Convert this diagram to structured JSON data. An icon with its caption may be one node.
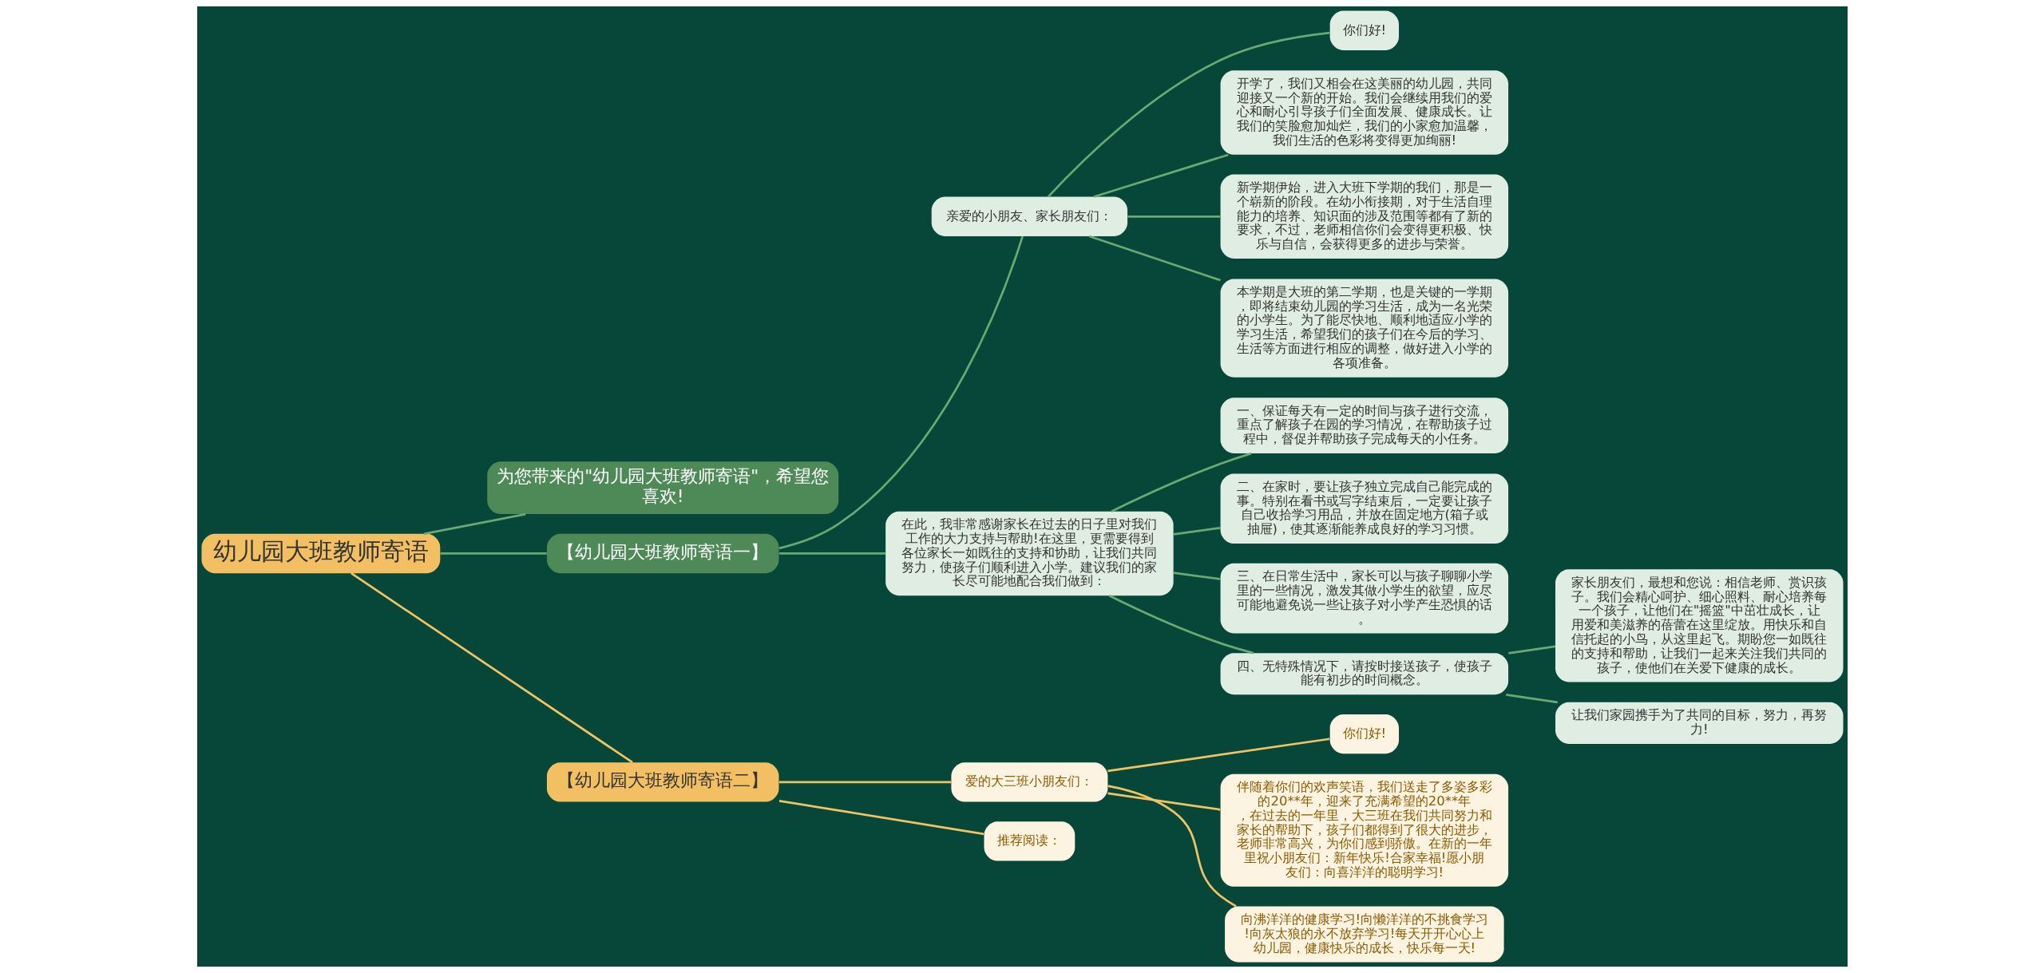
{
  "diagram": {
    "nodes": [
      {
        "text": [
          "幼儿园大班教师寄语"
        ]
      },
      {
        "text": [
          "为您带来的\"幼儿园大班教师寄语\"，希望您喜欢!"
        ]
      },
      {
        "text": [
          "【幼儿园大班教师寄语一】"
        ]
      },
      {
        "text": [
          "亲爱的小朋友、家长朋友们："
        ]
      },
      {
        "text": [
          "你们好!"
        ]
      },
      {
        "text": [
          "开学了，我们又相会在这美丽的幼儿园，共同迎接又一个新的开始。我们会继续用我们的爱心和耐心引导孩子们全面发展、健康成长。让我们的笑脸愈加灿烂，我们的小家愈加温馨，我们生活的色彩将变得更加绚丽!"
        ]
      },
      {
        "text": [
          "新学期伊始，进入大班下学期的我们，那是一个崭新的阶段。在幼小衔接期，对于生活自理能力的培养、知识面的涉及范围等都有了新的要求，不过，老师相信你们会变得更积极、快乐与自信，会获得更多的进步与荣誉。"
        ]
      },
      {
        "text": [
          "本学期是大班的第二学期，也是关键的一学期，即将结束幼儿园的学习生活，成为一名光荣的小学生。为了能尽快地、顺利地适应小学的学习生活，希望我们的孩子们在今后的学习、生活等方面进行相应的调整，做好进入小学的各项准备。"
        ]
      },
      {
        "text": [
          "在此，我非常感谢家长在过去的日子里对我们工作的大力支持与帮助!在这里，更需要得到各位家长一如既往的支持和协助，让我们共同努力，使孩子们顺利进入小学。建议我们的家长尽可能地配合我们做到："
        ]
      },
      {
        "text": [
          "一、保证每天有一定的时间与孩子进行交流，重点了解孩子在园的学习情况，在帮助孩子过程中，督促并帮助孩子完成每天的小任务。"
        ]
      },
      {
        "text": [
          "二、在家时，要让孩子独立完成自己能完成的事。特别在看书或写字结束后，一定要让孩子自己收拾学习用品，并放在固定地方(箱子或抽屉)，使其逐渐能养成良好的学习习惯。"
        ]
      },
      {
        "text": [
          "三、在日常生活中，家长可以与孩子聊聊小学里的一些情况，激发其做小学生的欲望，应尽可能地避免说一些让孩子对小学产生恐惧的话。"
        ]
      },
      {
        "text": [
          "四、无特殊情况下，请按时接送孩子，使孩子能有初步的时间概念。"
        ]
      },
      {
        "text": [
          "家长朋友们，最想和您说：相信老师、赏识孩子。我们会精心呵护、细心照料、耐心培养每一个孩子，让他们在\"摇篮\"中茁壮成长，让用爱和美滋养的蓓蕾在这里绽放。用快乐和自信托起的小鸟，从这里起飞。期盼您一如既往的支持和帮助，让我们一起来关注我们共同的孩子，使他们在关爱下健康的成长。"
        ]
      },
      {
        "text": [
          "让我们家园携手为了共同的目标，努力，再努力!"
        ]
      },
      {
        "text": [
          "【幼儿园大班教师寄语二】"
        ]
      },
      {
        "text": [
          "爱的大三班小朋友们："
        ]
      },
      {
        "text": [
          "你们好!"
        ]
      },
      {
        "text": [
          "伴随着你们的欢声笑语，我们送走了多姿多彩的20**年，迎来了充满希望的20**年，在过去的一年里，大三班在我们共同努力和家长的帮助下，孩子们都得到了很大的进步，老师非常高兴，为你们感到骄傲。在新的一年里祝小朋友们：新年快乐!合家幸福!愿小朋友们：向喜洋洋的聪明学习!"
        ]
      },
      {
        "text": [
          "向沸洋洋的健康学习!向懒洋洋的不挑食学习!向灰太狼的永不放弃学习!每天开开心心上幼儿园，健康快乐的成长，快乐每一天!"
        ]
      },
      {
        "text": [
          "推荐阅读："
        ]
      }
    ],
    "edges": [
      {
        "from": 0,
        "to": 1,
        "arrow": "none"
      },
      {
        "from": 0,
        "to": 2,
        "arrow": "none"
      },
      {
        "from": 0,
        "to": 15,
        "arrow": "none",
        "color": "#f0c462"
      },
      {
        "from": 2,
        "to": 3,
        "arrow": "none"
      },
      {
        "from": 2,
        "to": 8,
        "arrow": "none"
      },
      {
        "from": 3,
        "to": 4,
        "arrow": "none"
      },
      {
        "from": 3,
        "to": 5,
        "arrow": "none"
      },
      {
        "from": 3,
        "to": 6,
        "arrow": "none"
      },
      {
        "from": 3,
        "to": 7,
        "arrow": "none"
      },
      {
        "from": 8,
        "to": 9,
        "arrow": "none"
      },
      {
        "from": 8,
        "to": 10,
        "arrow": "none"
      },
      {
        "from": 8,
        "to": 11,
        "arrow": "none"
      },
      {
        "from": 8,
        "to": 12,
        "arrow": "none"
      },
      {
        "from": 12,
        "to": 13,
        "arrow": "none"
      },
      {
        "from": 12,
        "to": 14,
        "arrow": "none"
      },
      {
        "from": 15,
        "to": 16,
        "arrow": "none",
        "color": "#f0c462"
      },
      {
        "from": 15,
        "to": 20,
        "arrow": "none",
        "color": "#f0c462"
      },
      {
        "from": 16,
        "to": 17,
        "arrow": "none",
        "color": "#f0c462"
      },
      {
        "from": 16,
        "to": 18,
        "arrow": "none",
        "color": "#f0c462"
      },
      {
        "from": 16,
        "to": 19,
        "arrow": "none",
        "color": "#f0c462"
      }
    ]
  }
}
